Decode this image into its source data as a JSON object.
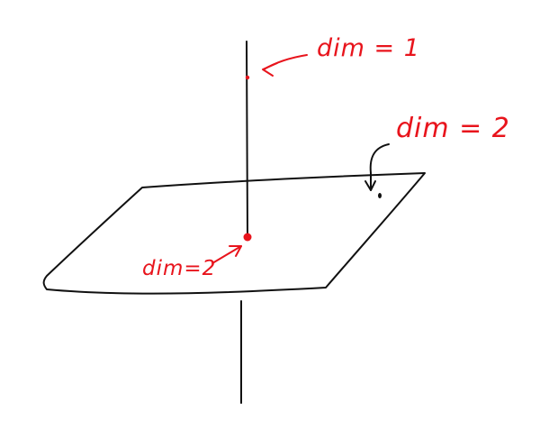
{
  "labels": {
    "line_point": "dim = 1",
    "plane_point": "dim = 2",
    "intersection_point": "dim=2"
  },
  "colors": {
    "ink": "#111111",
    "annotation": "#e8141c"
  }
}
